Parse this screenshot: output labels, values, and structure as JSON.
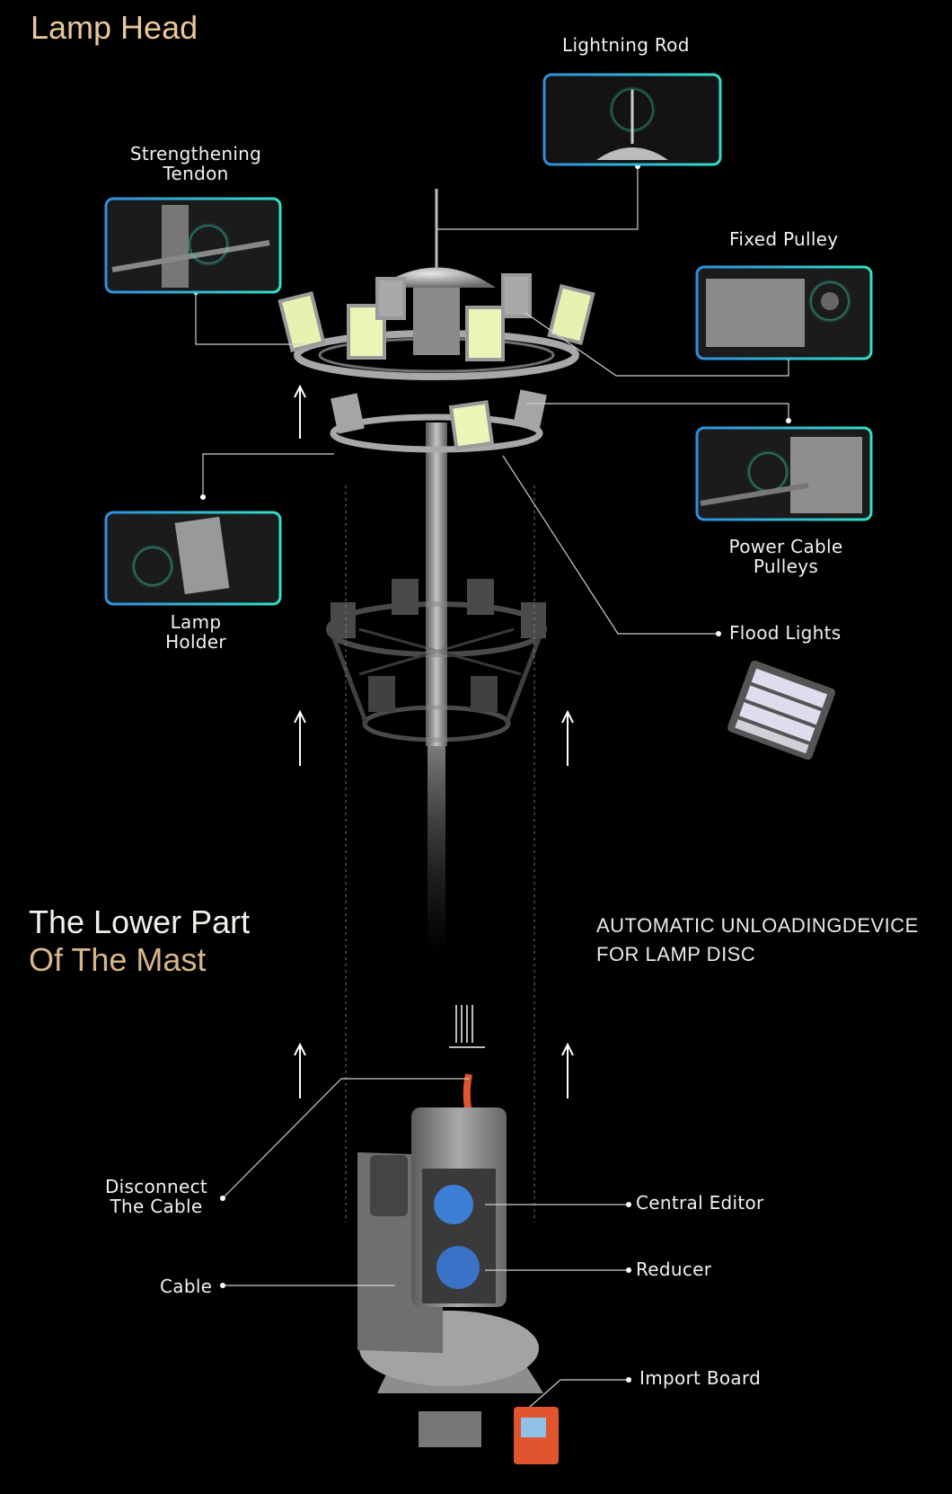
{
  "colors": {
    "background": "#000000",
    "heading_gold": "#e9c89c",
    "heading_white": "#f3f0ea",
    "frame_blue": "#2f8fe0",
    "frame_teal": "#2fe0c8",
    "pole_grey": "#9a9a9a"
  },
  "sections": {
    "lamp_head": "Lamp Head",
    "lower_part_line1": "The Lower Part",
    "lower_part_line2": "Of The Mast"
  },
  "device_caption": {
    "line1": "AUTOMATIC UNLOADINGDEVICE",
    "line2": "FOR LAMP DISC"
  },
  "labels": {
    "lightning_rod": "Lightning Rod",
    "strengthening_1": "Strengthening",
    "strengthening_2": "Tendon",
    "fixed_pulley": "Fixed Pulley",
    "power_cable_1": "Power Cable",
    "power_cable_2": "Pulleys",
    "lamp_holder_1": "Lamp",
    "lamp_holder_2": "Holder",
    "flood_lights": "Flood Lights",
    "disconnect_1": "Disconnect",
    "disconnect_2": "The Cable",
    "cable": "Cable",
    "central_editor": "Central Editor",
    "reducer": "Reducer",
    "import_board": "Import Board"
  },
  "icons": [
    "lightning-rod-icon",
    "pulley-icon",
    "flood-light-icon",
    "up-arrow-icon",
    "lifting-hook-icon"
  ]
}
